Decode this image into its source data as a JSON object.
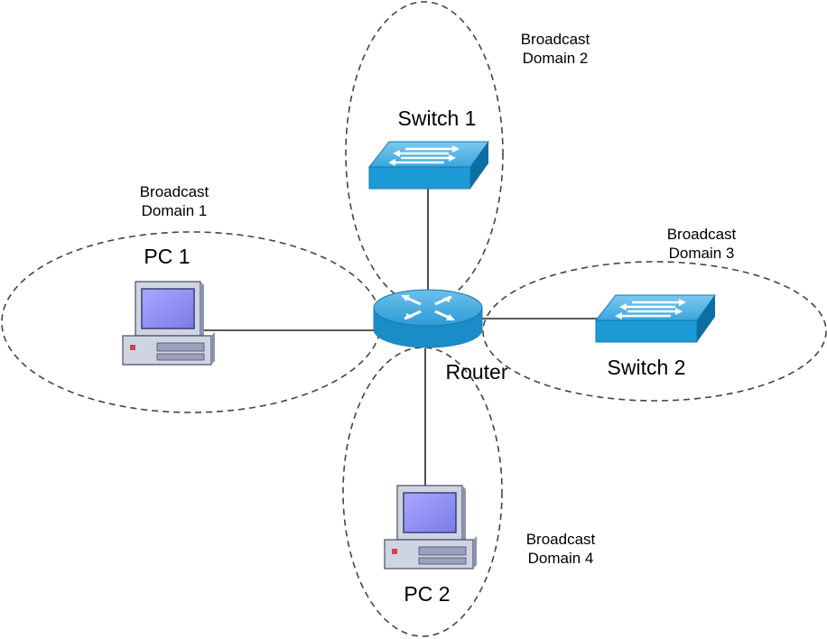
{
  "domains": [
    {
      "line1": "Broadcast",
      "line2": "Domain 1"
    },
    {
      "line1": "Broadcast",
      "line2": "Domain 2"
    },
    {
      "line1": "Broadcast",
      "line2": "Domain 3"
    },
    {
      "line1": "Broadcast",
      "line2": "Domain 4"
    }
  ],
  "devices": {
    "pc1": "PC 1",
    "pc2": "PC 2",
    "switch1": "Switch 1",
    "switch2": "Switch 2",
    "router": "Router"
  },
  "icons": {
    "pc": "desktop-pc-icon",
    "switch": "network-switch-icon",
    "router": "network-router-icon"
  },
  "colors": {
    "device_blue": "#1e9ad6",
    "device_dark": "#0d6ea3",
    "pc_body": "#cfd4e3",
    "pc_screen": "#8f8df5",
    "domain_outline": "#444444",
    "link_line": "#222222"
  }
}
